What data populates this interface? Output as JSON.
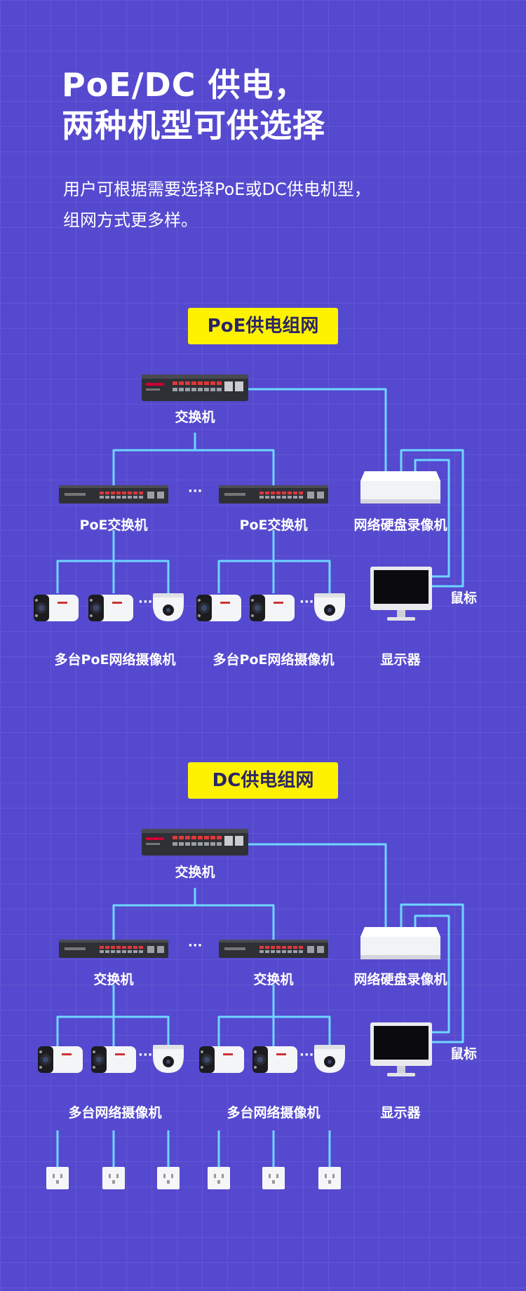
{
  "header": {
    "title_line1": "PoE/DC 供电，",
    "title_line2": "两种机型可供选择",
    "desc_line1": "用户可根据需要选择PoE或DC供电机型，",
    "desc_line2": "组网方式更多样。"
  },
  "poe": {
    "badge": "PoE供电组网",
    "main_switch": "交换机",
    "sub_switch_left": "PoE交换机",
    "sub_switch_right": "PoE交换机",
    "nvr": "网络硬盘录像机",
    "mouse": "鼠标",
    "monitor": "显示器",
    "cameras_left": "多台PoE网络摄像机",
    "cameras_right": "多台PoE网络摄像机",
    "ellipsis": "···"
  },
  "dc": {
    "badge": "DC供电组网",
    "main_switch": "交换机",
    "sub_switch_left": "交换机",
    "sub_switch_right": "交换机",
    "nvr": "网络硬盘录像机",
    "mouse": "鼠标",
    "monitor": "显示器",
    "cameras_left": "多台网络摄像机",
    "cameras_right": "多台网络摄像机",
    "ellipsis": "···"
  },
  "colors": {
    "background": "#5549cf",
    "line": "#6ed6ff",
    "badge": "#fff200",
    "switch_body": "#2f3035",
    "port_red": "#e0383b"
  }
}
